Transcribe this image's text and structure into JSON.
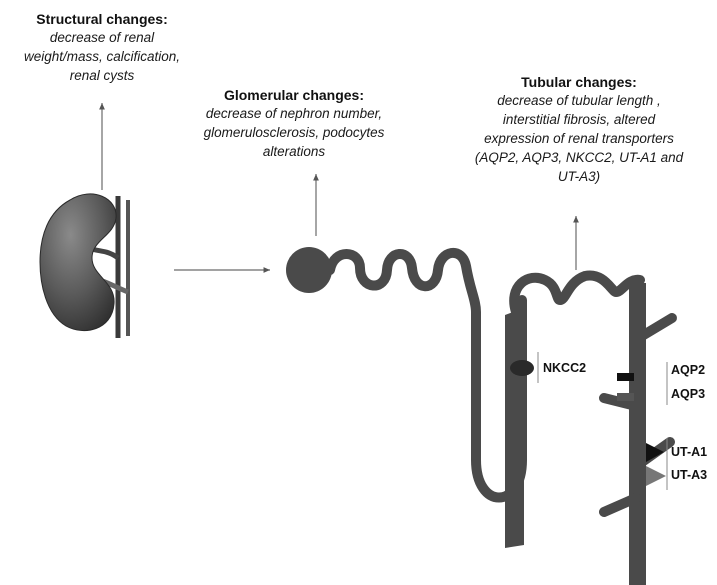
{
  "structural": {
    "title": "Structural changes:",
    "lines": [
      "decrease of renal",
      "weight/mass, calcification,",
      "renal cysts"
    ]
  },
  "glomerular": {
    "title": "Glomerular changes:",
    "lines": [
      "decrease of nephron number,",
      "glomerulosclerosis, podocytes",
      "alterations"
    ]
  },
  "tubular": {
    "title": "Tubular changes:",
    "lines": [
      "decrease of tubular length ,",
      "interstitial fibrosis, altered",
      "expression of renal transporters",
      "(AQP2, AQP3, NKCC2, UT-A1 and",
      "UT-A3)"
    ]
  },
  "transporters": {
    "nkcc2": "NKCC2",
    "aqp2": "AQP2",
    "aqp3": "AQP3",
    "uta1": "UT-A1",
    "uta3": "UT-A3"
  },
  "colors": {
    "tubule": "#4a4a4a",
    "kidney": "#5a5a5a",
    "arrow": "#555555",
    "nkcc2": "#2a2a2a",
    "aqp2": "#111111",
    "aqp3": "#555555",
    "uta1": "#111111",
    "uta3": "#777777"
  }
}
